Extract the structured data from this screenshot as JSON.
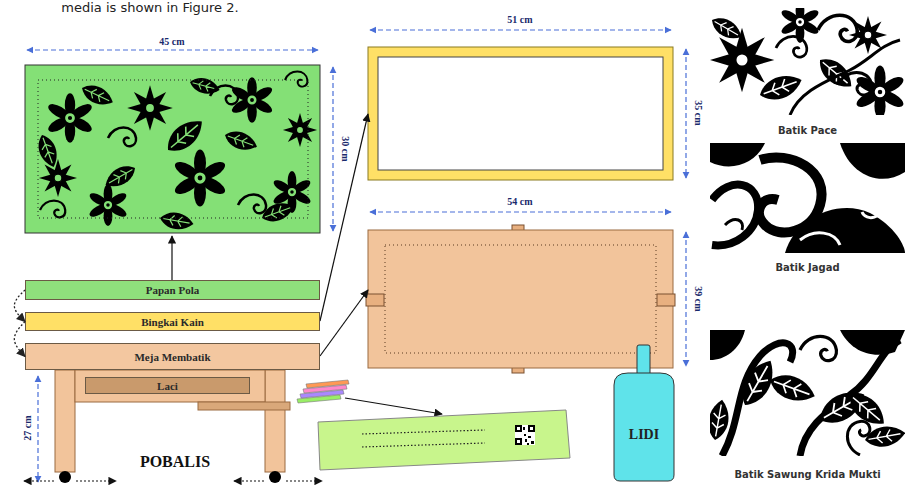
{
  "diagram": {
    "nodes": [
      {
        "text": [
          "Papan Pola"
        ]
      },
      {
        "text": [
          "Bingkai Kain"
        ]
      },
      {
        "text": [
          "Meja Membatik"
        ]
      },
      {
        "text": [
          "Laci"
        ]
      },
      {
        "text": [
          "LIDI"
        ]
      },
      {
        "text": [
          "Batik Pace"
        ]
      },
      {
        "text": [
          "Batik Jagad"
        ]
      },
      {
        "text": [
          "Batik Sawung Krida Mukti"
        ]
      }
    ],
    "edges": [
      {
        "from": 0,
        "to": 1,
        "arrow": "to"
      },
      {
        "from": 1,
        "to": 2,
        "arrow": "to"
      }
    ],
    "labels": [
      "media is shown in Figure 2.",
      "45 cm",
      "30 cm",
      "51 cm",
      "35 cm",
      "54 cm",
      "39 cm",
      "27 cm",
      "POBALIS"
    ]
  }
}
